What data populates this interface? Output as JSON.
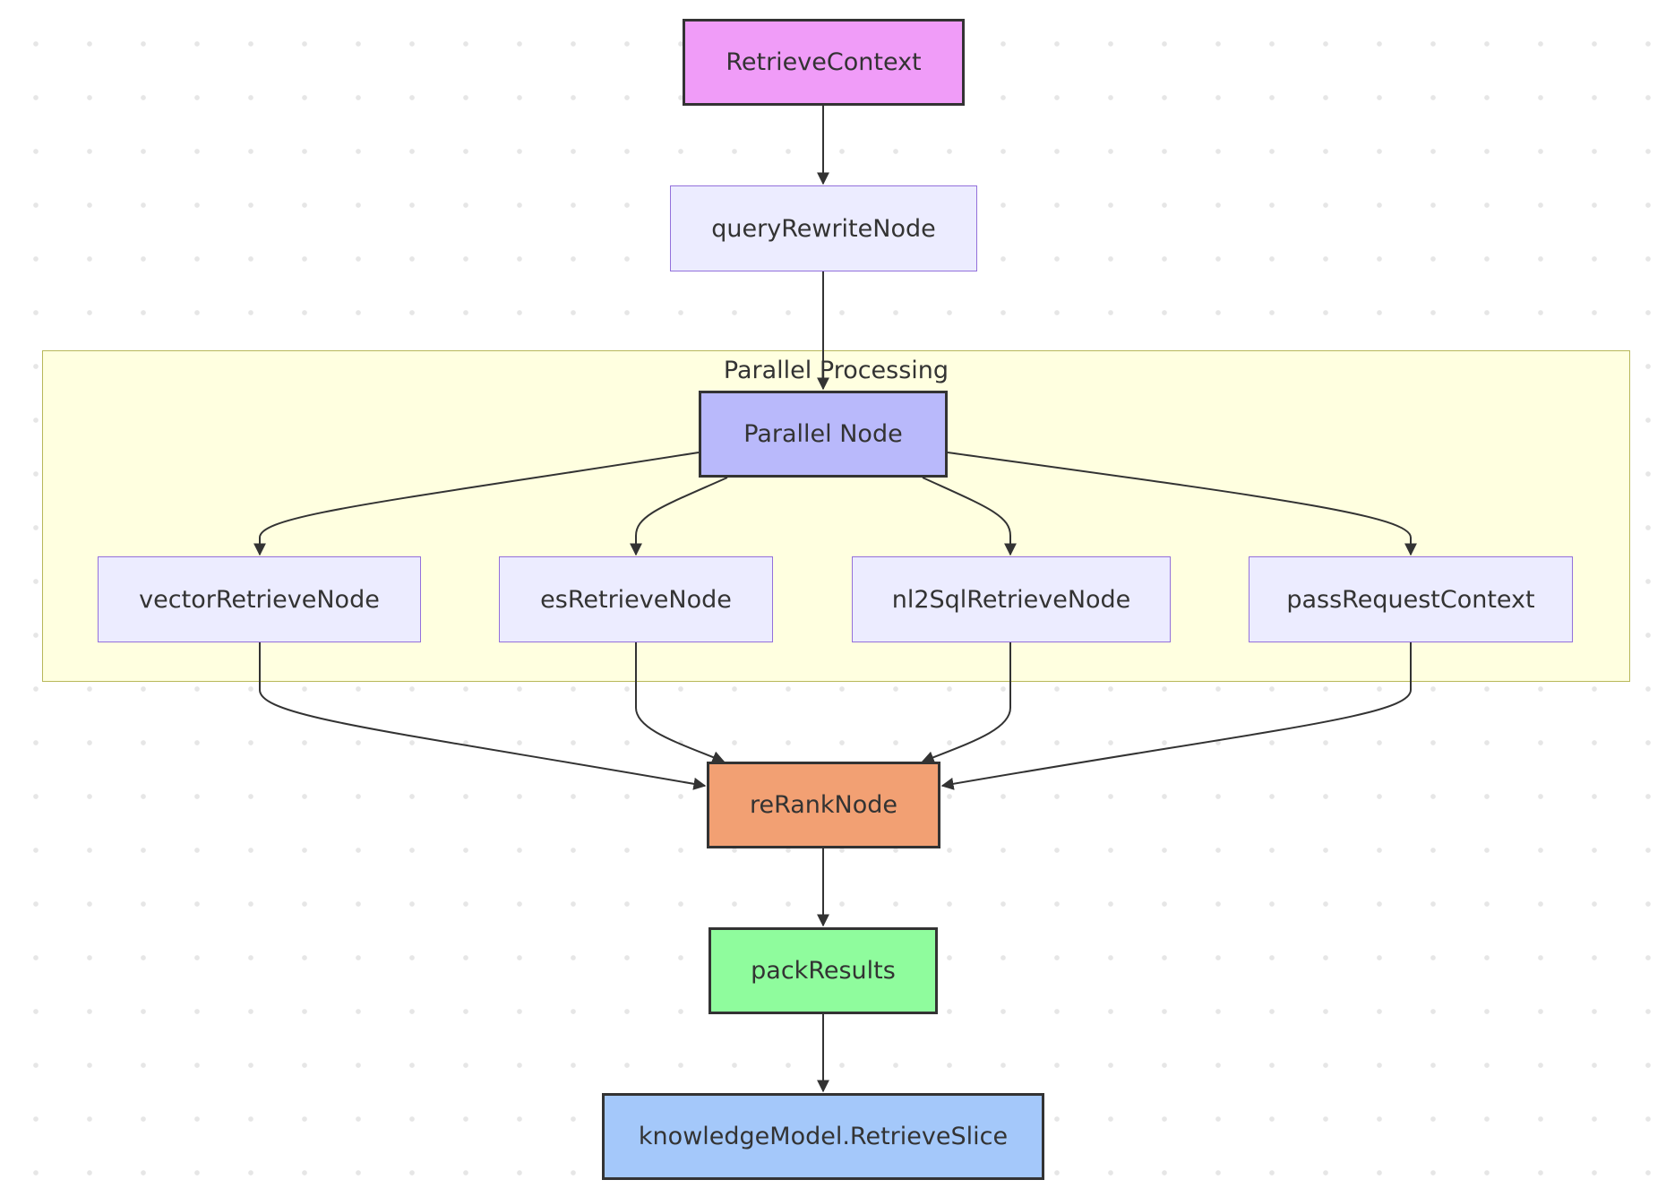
{
  "diagram": {
    "subgraph": {
      "id": "parallel",
      "title": "Parallel Processing",
      "fill": "#ffffe0",
      "stroke": "#b8b85a"
    },
    "nodes": [
      {
        "id": "retrieveContext",
        "label": "RetrieveContext",
        "style": "emph",
        "fill": "#f09cf8"
      },
      {
        "id": "queryRewrite",
        "label": "queryRewriteNode",
        "style": "std",
        "fill": "#ececff"
      },
      {
        "id": "parallelNode",
        "label": "Parallel Node",
        "style": "emph",
        "fill": "#b9b9fb"
      },
      {
        "id": "vectorRetrieve",
        "label": "vectorRetrieveNode",
        "style": "std",
        "fill": "#ececff"
      },
      {
        "id": "esRetrieve",
        "label": "esRetrieveNode",
        "style": "std",
        "fill": "#ececff"
      },
      {
        "id": "nl2SqlRetrieve",
        "label": "nl2SqlRetrieveNode",
        "style": "std",
        "fill": "#ececff"
      },
      {
        "id": "passRequestContext",
        "label": "passRequestContext",
        "style": "std",
        "fill": "#ececff"
      },
      {
        "id": "reRank",
        "label": "reRankNode",
        "style": "emph",
        "fill": "#f2a073"
      },
      {
        "id": "packResults",
        "label": "packResults",
        "style": "emph",
        "fill": "#8ffc9d"
      },
      {
        "id": "retrieveSlice",
        "label": "knowledgeModel.RetrieveSlice",
        "style": "emph",
        "fill": "#a4c8fa"
      }
    ],
    "edges": [
      {
        "from": "retrieveContext",
        "to": "queryRewrite"
      },
      {
        "from": "queryRewrite",
        "to": "parallelNode"
      },
      {
        "from": "parallelNode",
        "to": "vectorRetrieve"
      },
      {
        "from": "parallelNode",
        "to": "esRetrieve"
      },
      {
        "from": "parallelNode",
        "to": "nl2SqlRetrieve"
      },
      {
        "from": "parallelNode",
        "to": "passRequestContext"
      },
      {
        "from": "vectorRetrieve",
        "to": "reRank"
      },
      {
        "from": "esRetrieve",
        "to": "reRank"
      },
      {
        "from": "nl2SqlRetrieve",
        "to": "reRank"
      },
      {
        "from": "passRequestContext",
        "to": "reRank"
      },
      {
        "from": "reRank",
        "to": "packResults"
      },
      {
        "from": "packResults",
        "to": "retrieveSlice"
      }
    ],
    "colors": {
      "edge": "#333333",
      "node_border_std": "#9370db",
      "node_border_emph": "#333333",
      "text": "#333333",
      "background_dot": "#e6e6e6"
    }
  }
}
